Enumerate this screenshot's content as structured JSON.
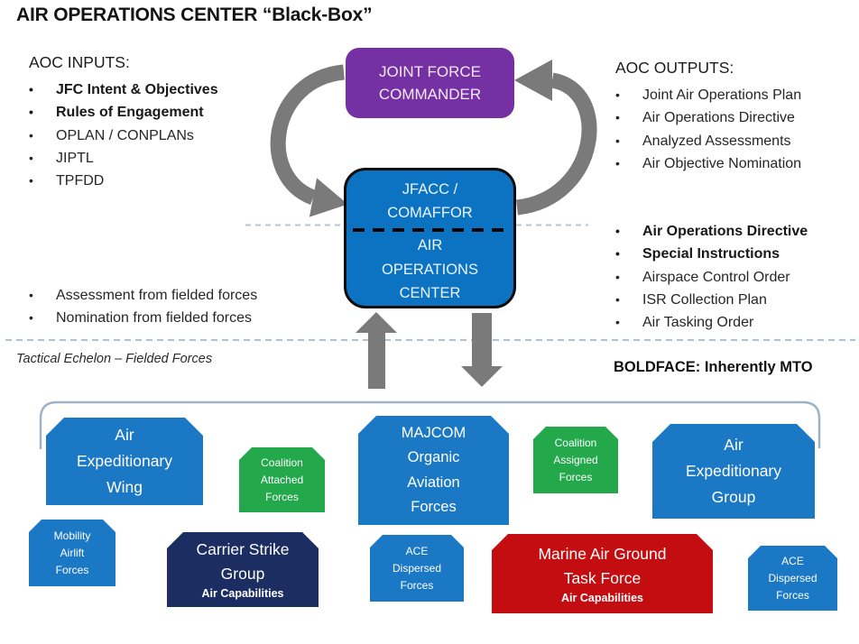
{
  "title": "AIR OPERATIONS CENTER “Black-Box”",
  "inputs": {
    "heading": "AOC INPUTS:",
    "items": [
      "JFC Intent & Objectives",
      "Rules of Engagement",
      "OPLAN / CONPLANs",
      "JIPTL",
      "TPFDD"
    ]
  },
  "feedback": {
    "items": [
      "Assessment from fielded forces",
      "Nomination from fielded forces"
    ]
  },
  "outputs": {
    "heading": "AOC OUTPUTS:",
    "items": [
      "Joint Air Operations Plan",
      "Air Operations Directive",
      "Analyzed Assessments",
      "Air Objective Nomination"
    ]
  },
  "directives": {
    "items": [
      "Air Operations Directive",
      "Special Instructions",
      "Airspace Control Order",
      "ISR Collection Plan",
      "Air Tasking Order"
    ]
  },
  "jfc": {
    "line1": "JOINT FORCE",
    "line2": "COMMANDER"
  },
  "aoc": {
    "line1": "JFACC /",
    "line2": "COMAFFOR",
    "line3": "AIR",
    "line4": "OPERATIONS",
    "line5": "CENTER"
  },
  "tactical_label": "Tactical Echelon – Fielded Forces",
  "boldface_note": "BOLDFACE: Inherently MTO",
  "units": {
    "aew": {
      "l1": "Air",
      "l2": "Expeditionary",
      "l3": "Wing"
    },
    "coalition_attached": {
      "l1": "Coalition",
      "l2": "Attached",
      "l3": "Forces"
    },
    "majcom": {
      "l1": "MAJCOM",
      "l2": "Organic",
      "l3": "Aviation",
      "l4": "Forces"
    },
    "coalition_assigned": {
      "l1": "Coalition",
      "l2": "Assigned",
      "l3": "Forces"
    },
    "aeg": {
      "l1": "Air",
      "l2": "Expeditionary",
      "l3": "Group"
    },
    "mobility": {
      "l1": "Mobility",
      "l2": "Airlift",
      "l3": "Forces"
    },
    "csg": {
      "l1": "Carrier Strike",
      "l2": "Group",
      "sub": "Air Capabilities"
    },
    "ace_center": {
      "l1": "ACE",
      "l2": "Dispersed",
      "l3": "Forces"
    },
    "magtf": {
      "l1": "Marine Air Ground",
      "l2": "Task Force",
      "sub": "Air Capabilities"
    },
    "ace_right": {
      "l1": "ACE",
      "l2": "Dispersed",
      "l3": "Forces"
    }
  },
  "colors": {
    "jfc_purple": "#7531A3",
    "aoc_blue": "#0C73C2",
    "unit_blue": "#1B78C5",
    "unit_green": "#23A84B",
    "unit_navy": "#1C2D62",
    "unit_red": "#C40D11",
    "arrow_gray": "#7A7A7A",
    "dashed_line_blue": "#A9C3DB",
    "bracket_line": "#9FB3C8"
  }
}
